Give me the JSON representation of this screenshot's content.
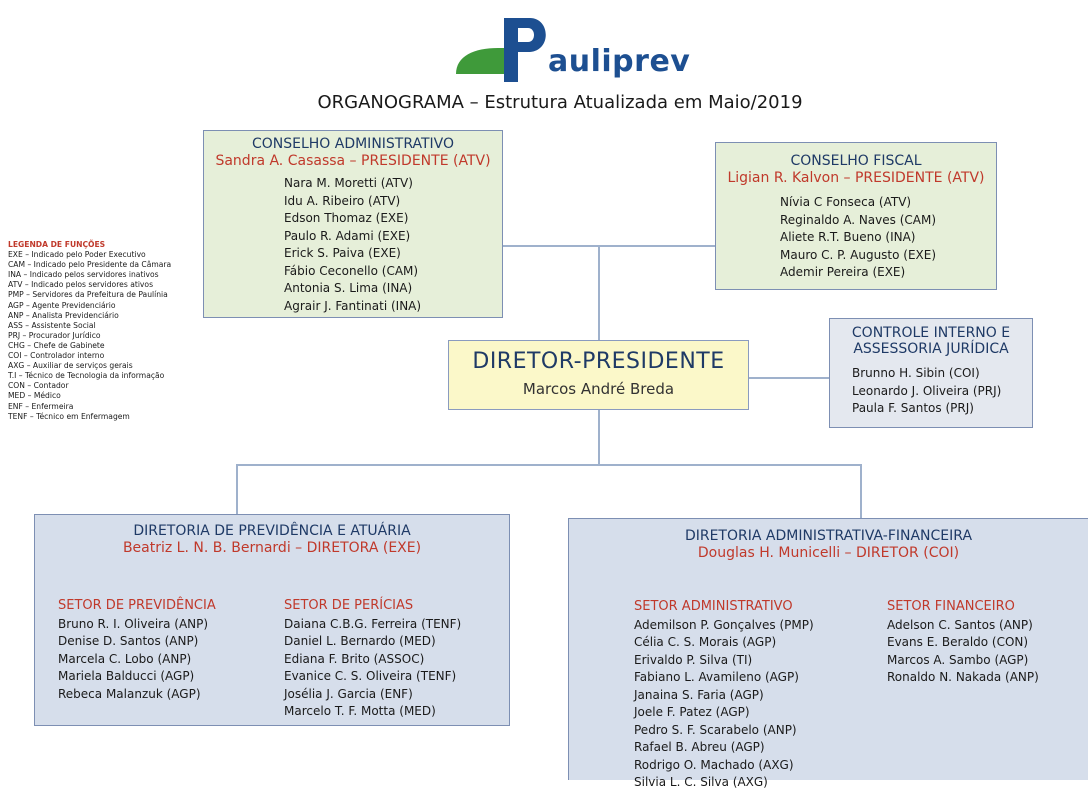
{
  "logo": {
    "text": "auliprev",
    "mark": "dP-logo-mark",
    "colors": {
      "blue": "#1d4f91",
      "green": "#3f9a3a"
    }
  },
  "title": "ORGANOGRAMA – Estrutura Atualizada em Maio/2019",
  "legend": {
    "title": "LEGENDA DE FUNÇÕES",
    "items": [
      "EXE – Indicado pelo Poder Executivo",
      "CAM – Indicado pelo Presidente da Câmara",
      "INA – Indicado pelos servidores inativos",
      "ATV – Indicado pelos servidores ativos",
      "PMP – Servidores da Prefeitura de Paulínia",
      "AGP – Agente Previdenciário",
      "ANP – Analista Previdenciário",
      "ASS – Assistente Social",
      "PRJ – Procurador Jurídico",
      "CHG – Chefe de Gabinete",
      "COI – Controlador interno",
      "AXG – Auxiliar de serviços gerais",
      "T.I – Técnico de Tecnologia da informação",
      "CON – Contador",
      "MED – Médico",
      "ENF – Enfermeira",
      "TENF – Técnico em Enfermagem"
    ]
  },
  "conselho_admin": {
    "title": "CONSELHO ADMINISTRATIVO",
    "president": "Sandra A. Casassa – PRESIDENTE (ATV)",
    "members": [
      "Nara M. Moretti (ATV)",
      "Idu A. Ribeiro (ATV)",
      "Edson Thomaz (EXE)",
      "Paulo R. Adami (EXE)",
      "Erick S. Paiva (EXE)",
      "Fábio Ceconello (CAM)",
      "Antonia S. Lima (INA)",
      "Agrair J. Fantinati (INA)"
    ]
  },
  "conselho_fiscal": {
    "title": "CONSELHO FISCAL",
    "president": "Ligian R. Kalvon – PRESIDENTE (ATV)",
    "members": [
      "Nívia C Fonseca (ATV)",
      "Reginaldo A. Naves (CAM)",
      "Aliete R.T. Bueno (INA)",
      "Mauro C. P. Augusto (EXE)",
      "Ademir Pereira (EXE)"
    ]
  },
  "controle": {
    "title_line1": "CONTROLE INTERNO E",
    "title_line2": "ASSESSORIA JURÍDICA",
    "members": [
      "Brunno H. Sibin (COI)",
      "Leonardo J. Oliveira (PRJ)",
      "Paula F. Santos (PRJ)"
    ]
  },
  "diretor": {
    "title": "DIRETOR-PRESIDENTE",
    "name": "Marcos André Breda"
  },
  "dir_prev": {
    "title": "DIRETORIA DE PREVIDÊNCIA E ATUÁRIA",
    "head": "Beatriz L. N. B. Bernardi – DIRETORA (EXE)",
    "setor1": {
      "title": "SETOR DE PREVIDÊNCIA",
      "members": [
        "Bruno R. I. Oliveira (ANP)",
        "Denise D. Santos (ANP)",
        "Marcela C. Lobo (ANP)",
        "Mariela Balducci (AGP)",
        "Rebeca Malanzuk (AGP)"
      ]
    },
    "setor2": {
      "title": "SETOR DE PERÍCIAS",
      "members": [
        "Daiana C.B.G. Ferreira (TENF)",
        "Daniel L. Bernardo (MED)",
        "Ediana F. Brito (ASSOC)",
        "Evanice C. S. Oliveira (TENF)",
        "Josélia  J. Garcia (ENF)",
        "Marcelo T. F. Motta (MED)"
      ]
    }
  },
  "dir_adm": {
    "title": "DIRETORIA ADMINISTRATIVA-FINANCEIRA",
    "head": "Douglas H. Municelli – DIRETOR (COI)",
    "setor1": {
      "title": "SETOR ADMINISTRATIVO",
      "members": [
        "Ademilson P. Gonçalves (PMP)",
        "Célia C. S. Morais (AGP)",
        "Erivaldo P. Silva (TI)",
        "Fabiano L. Avamileno (AGP)",
        "Janaina S. Faria (AGP)",
        "Joele F. Patez (AGP)",
        "Pedro S. F. Scarabelo (ANP)",
        "Rafael B. Abreu (AGP)",
        "Rodrigo O. Machado (AXG)",
        "Silvia L. C. Silva (AXG)"
      ]
    },
    "setor2": {
      "title": "SETOR FINANCEIRO",
      "members": [
        "Adelson C. Santos (ANP)",
        "Evans E. Beraldo (CON)",
        "Marcos A. Sambo (AGP)",
        "Ronaldo N. Nakada (ANP)"
      ]
    }
  }
}
